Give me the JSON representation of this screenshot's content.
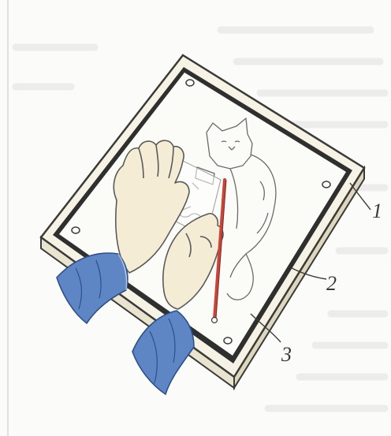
{
  "figure": {
    "callouts": [
      {
        "id": "1",
        "label": "1"
      },
      {
        "id": "2",
        "label": "2"
      },
      {
        "id": "3",
        "label": "3"
      }
    ]
  },
  "colors": {
    "frame_fill": "#f6f3e6",
    "frame_edge": "#3b3a36",
    "inner_border": "#2f2f2f",
    "glass": "#fbfbf7",
    "pen_red": "#c9453a",
    "sleeve_blue": "#5f86c4",
    "skin": "#f5ecd6"
  }
}
